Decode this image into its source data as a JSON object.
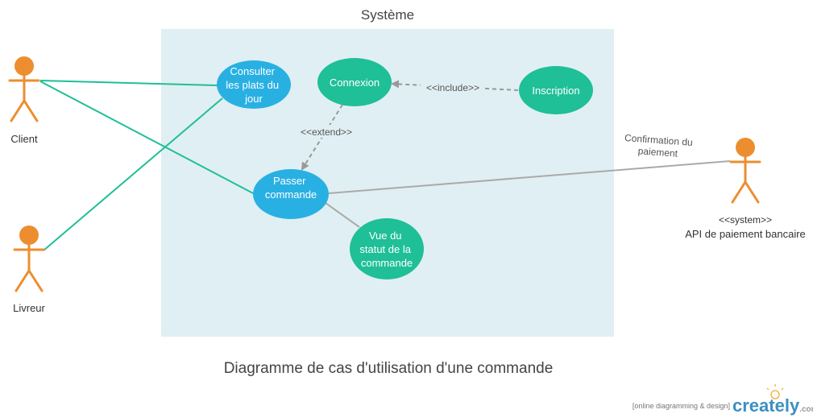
{
  "system": {
    "title": "Système"
  },
  "caption": "Diagramme de cas d'utilisation d'une commande",
  "actors": {
    "client": {
      "label": "Client"
    },
    "livreur": {
      "label": "Livreur"
    },
    "api": {
      "stereotype": "<<system>>",
      "label": "API de paiement bancaire"
    }
  },
  "use_cases": {
    "consulter": {
      "lines": [
        "Consulter",
        "les plats du",
        "jour"
      ]
    },
    "connexion": {
      "lines": [
        "Connexion"
      ]
    },
    "inscription": {
      "lines": [
        "Inscription"
      ]
    },
    "passer": {
      "lines": [
        "Passer",
        "commande"
      ]
    },
    "vue": {
      "lines": [
        "Vue du",
        "statut de la",
        "commande"
      ]
    }
  },
  "relations": {
    "include": "<<include>>",
    "extend": "<<extend>>",
    "confirmation": [
      "Confirmation du",
      "paiement"
    ]
  },
  "branding": {
    "tagline": "[online diagramming & design]",
    "name": "creately",
    "suffix": ".com"
  },
  "colors": {
    "system_bg": "#e0eff3",
    "blue_uc": "#29b0e3",
    "green_uc": "#1fbf98",
    "actor": "#ec8e2f",
    "line_teal": "#1fbf98",
    "line_grey": "#aaaaaa",
    "dashed": "#999999"
  }
}
